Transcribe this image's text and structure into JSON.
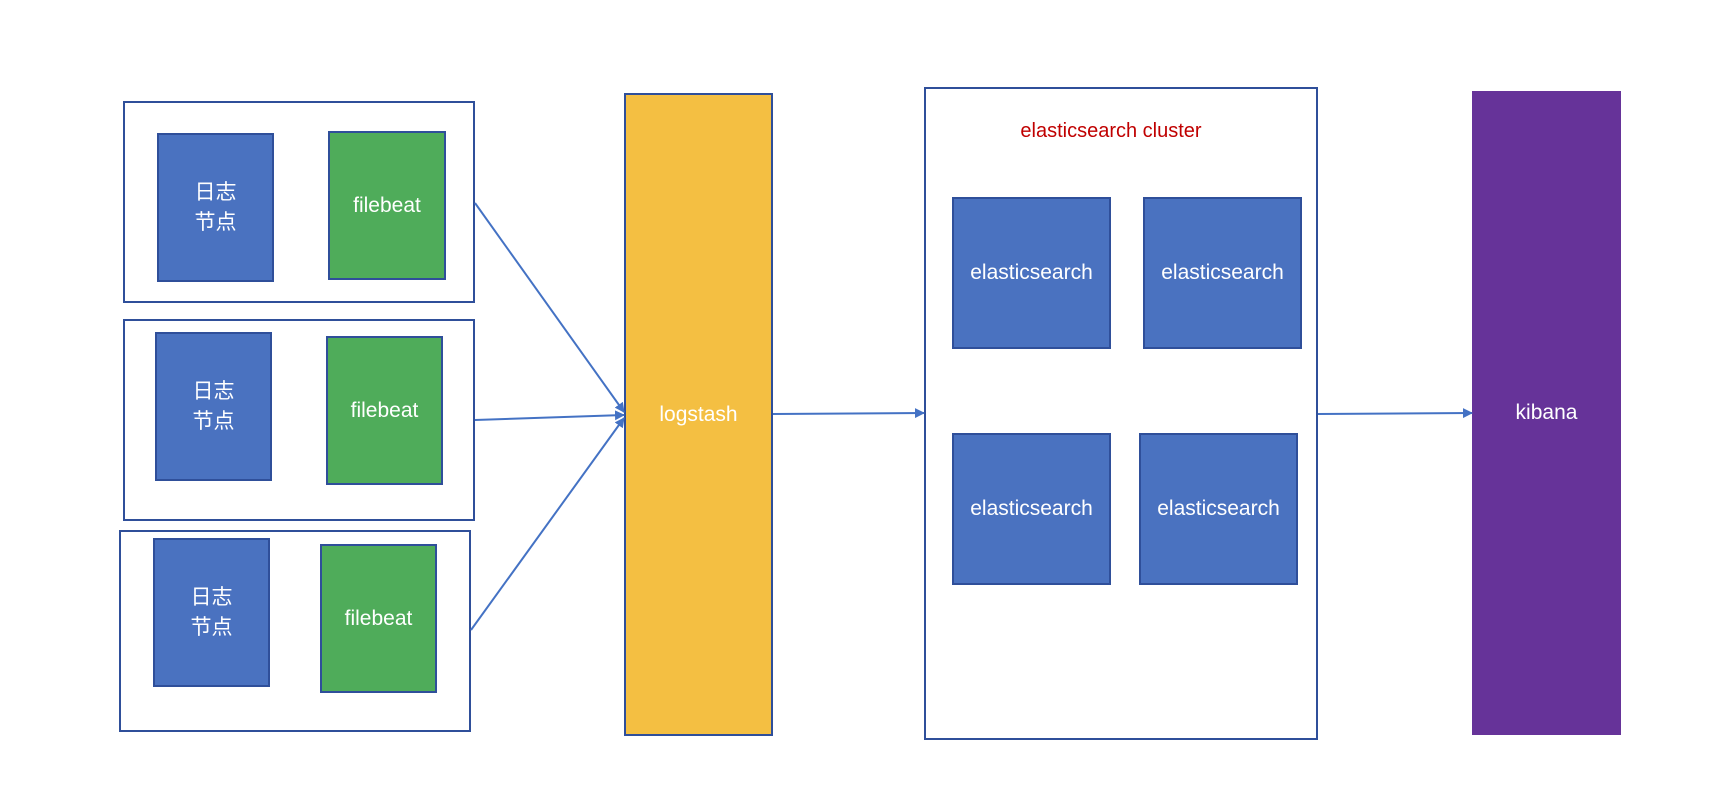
{
  "nodes": {
    "log_node_label": "日志\n节点",
    "filebeat_label": "filebeat",
    "logstash_label": "logstash",
    "cluster_title": "elasticsearch cluster",
    "elasticsearch_label": "elasticsearch",
    "kibana_label": "kibana"
  },
  "colors": {
    "node_blue": "#4a72c0",
    "filebeat_green": "#4fac5a",
    "logstash_yellow": "#f4bf42",
    "kibana_purple": "#663399",
    "cluster_title_red": "#c00000",
    "outline": "#2f4f9a",
    "arrow": "#4472c4"
  }
}
